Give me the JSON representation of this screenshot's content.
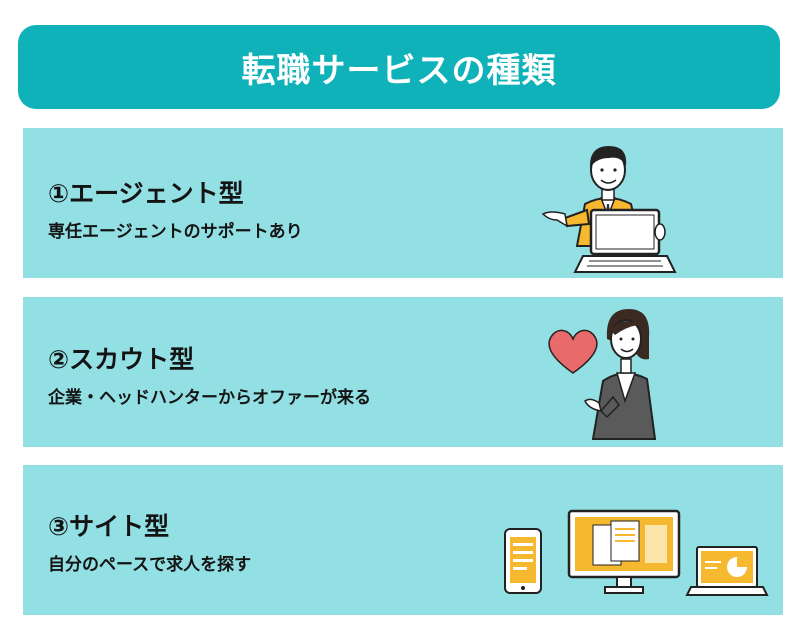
{
  "header": {
    "title": "転職サービスの種類"
  },
  "cards": [
    {
      "title": "①エージェント型",
      "description": "専任エージェントのサポートあり",
      "illustration": "man-with-laptop-icon"
    },
    {
      "title": "②スカウト型",
      "description": "企業・ヘッドハンターからオファーが来る",
      "illustration": "woman-with-heart-icon"
    },
    {
      "title": "③サイト型",
      "description": "自分のペースで求人を探す",
      "illustration": "devices-icon"
    }
  ],
  "colors": {
    "banner": "#10b2ba",
    "card": "#92e0e4",
    "accent_yellow": "#f5b82e",
    "heart": "#e96a6a"
  }
}
